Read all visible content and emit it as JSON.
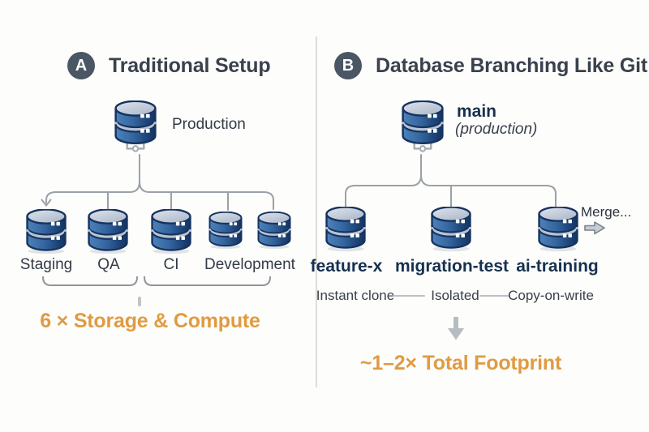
{
  "left": {
    "badge": "A",
    "title": "Traditional Setup",
    "root_label": "Production",
    "child_labels": [
      "Staging",
      "QA",
      "CI",
      "Development"
    ],
    "summary": "6 × Storage & Compute"
  },
  "right": {
    "badge": "B",
    "title": "Database Branching Like Git",
    "root_name": "main",
    "root_subtitle": "(production)",
    "merge_label": "Merge...",
    "branches": [
      {
        "name": "feature-x",
        "feature": "Instant clone"
      },
      {
        "name": "migration-test",
        "feature": "Isolated"
      },
      {
        "name": "ai-training",
        "feature": "Copy-on-write"
      }
    ],
    "summary": "~1–2× Total Footprint"
  },
  "colors": {
    "accent_orange": "#E09B42",
    "navy_label": "#16304F",
    "badge_background": "#4A5663",
    "database_blue": "#2E5F9E",
    "line_gray": "#9BA1A8"
  },
  "icons": [
    "database-icon",
    "merge-arrow-icon",
    "down-arrow-icon",
    "branch-arrow-icon"
  ]
}
